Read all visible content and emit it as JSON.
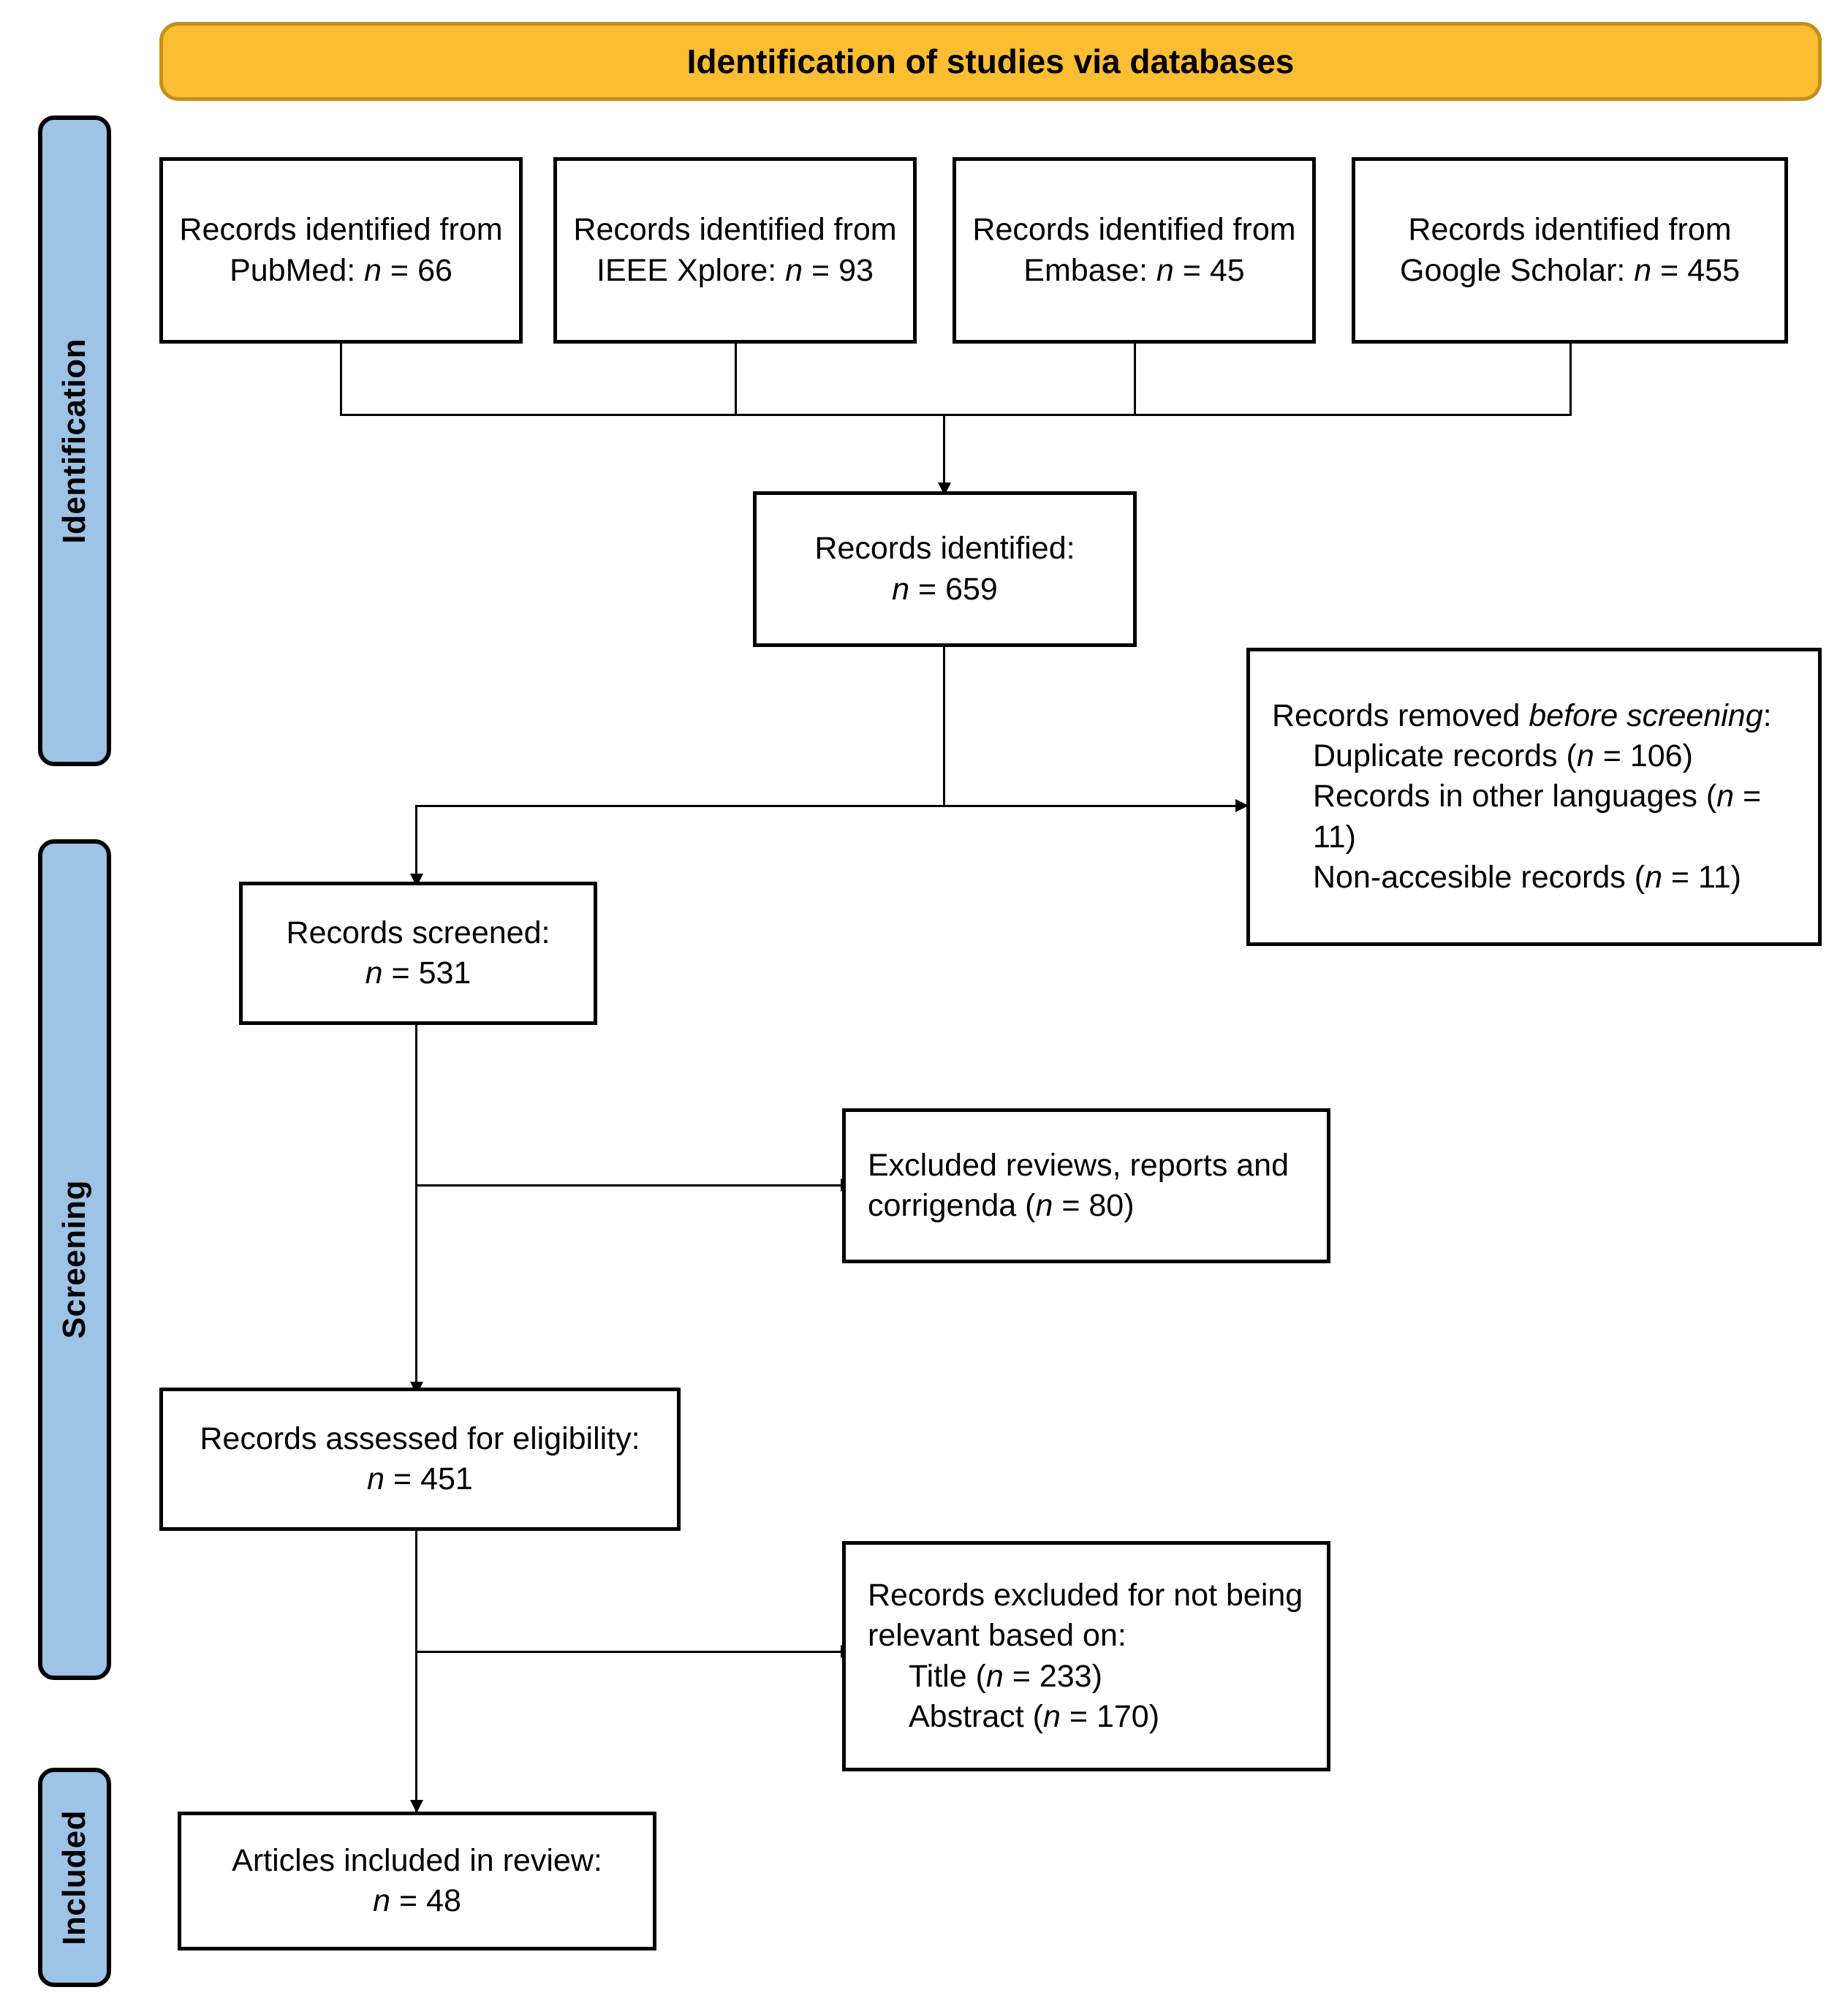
{
  "banner": {
    "title": "Identification of studies via databases"
  },
  "stages": [
    {
      "key": "identification",
      "label": "Identification"
    },
    {
      "key": "screening",
      "label": "Screening"
    },
    {
      "key": "included",
      "label": "Included"
    }
  ],
  "sources": [
    {
      "line1": "Records identified from",
      "line2_prefix": "PubMed: ",
      "n_symbol": "n",
      "eq": " = ",
      "count": "66"
    },
    {
      "line1": "Records identified from",
      "line2_prefix": "IEEE Xplore: ",
      "n_symbol": "n",
      "eq": " = ",
      "count": "93"
    },
    {
      "line1": "Records identified from",
      "line2_prefix": "Embase: ",
      "n_symbol": "n",
      "eq": " = ",
      "count": "45"
    },
    {
      "line1": "Records identified from",
      "line2_prefix": "Google Scholar: ",
      "n_symbol": "n",
      "eq": " = ",
      "count": "455"
    }
  ],
  "identified": {
    "label": "Records identified:",
    "n_symbol": "n",
    "eq": " = ",
    "count": "659"
  },
  "removed_before_screening": {
    "heading_plain": "Records removed ",
    "heading_italic": "before screening",
    "heading_suffix": ":",
    "items": [
      {
        "text": "Duplicate records (",
        "n_symbol": "n",
        "eq": " = ",
        "count": "106",
        "close": ")"
      },
      {
        "text": "Records in other languages (",
        "n_symbol": "n",
        "eq": " = ",
        "count": "11",
        "close": ")"
      },
      {
        "text": "Non-accesible records (",
        "n_symbol": "n",
        "eq": " = ",
        "count": "11",
        "close": ")"
      }
    ]
  },
  "screened": {
    "label": "Records screened:",
    "n_symbol": "n",
    "eq": " = ",
    "count": "531"
  },
  "excluded_reviews": {
    "line1": "Excluded reviews, reports and",
    "line2_prefix": "corrigenda (",
    "n_symbol": "n",
    "eq": " = ",
    "count": "80",
    "close": ")"
  },
  "eligibility": {
    "label": "Records assessed for eligibility:",
    "n_symbol": "n",
    "eq": " = ",
    "count": "451"
  },
  "excluded_relevance": {
    "line1": "Records excluded for not being",
    "line2": "relevant based on:",
    "items": [
      {
        "text": "Title (",
        "n_symbol": "n",
        "eq": " = ",
        "count": "233",
        "close": ")"
      },
      {
        "text": "Abstract (",
        "n_symbol": "n",
        "eq": " = ",
        "count": "170",
        "close": ")"
      }
    ]
  },
  "included_articles": {
    "label": "Articles included in review:",
    "n_symbol": "n",
    "eq": " = ",
    "count": "48"
  },
  "colors": {
    "banner_fill": "#FBBD31",
    "banner_border": "#C68F1C",
    "stage_fill": "#9DC3E6",
    "stroke": "#000000",
    "box_fill": "#FFFFFF"
  }
}
